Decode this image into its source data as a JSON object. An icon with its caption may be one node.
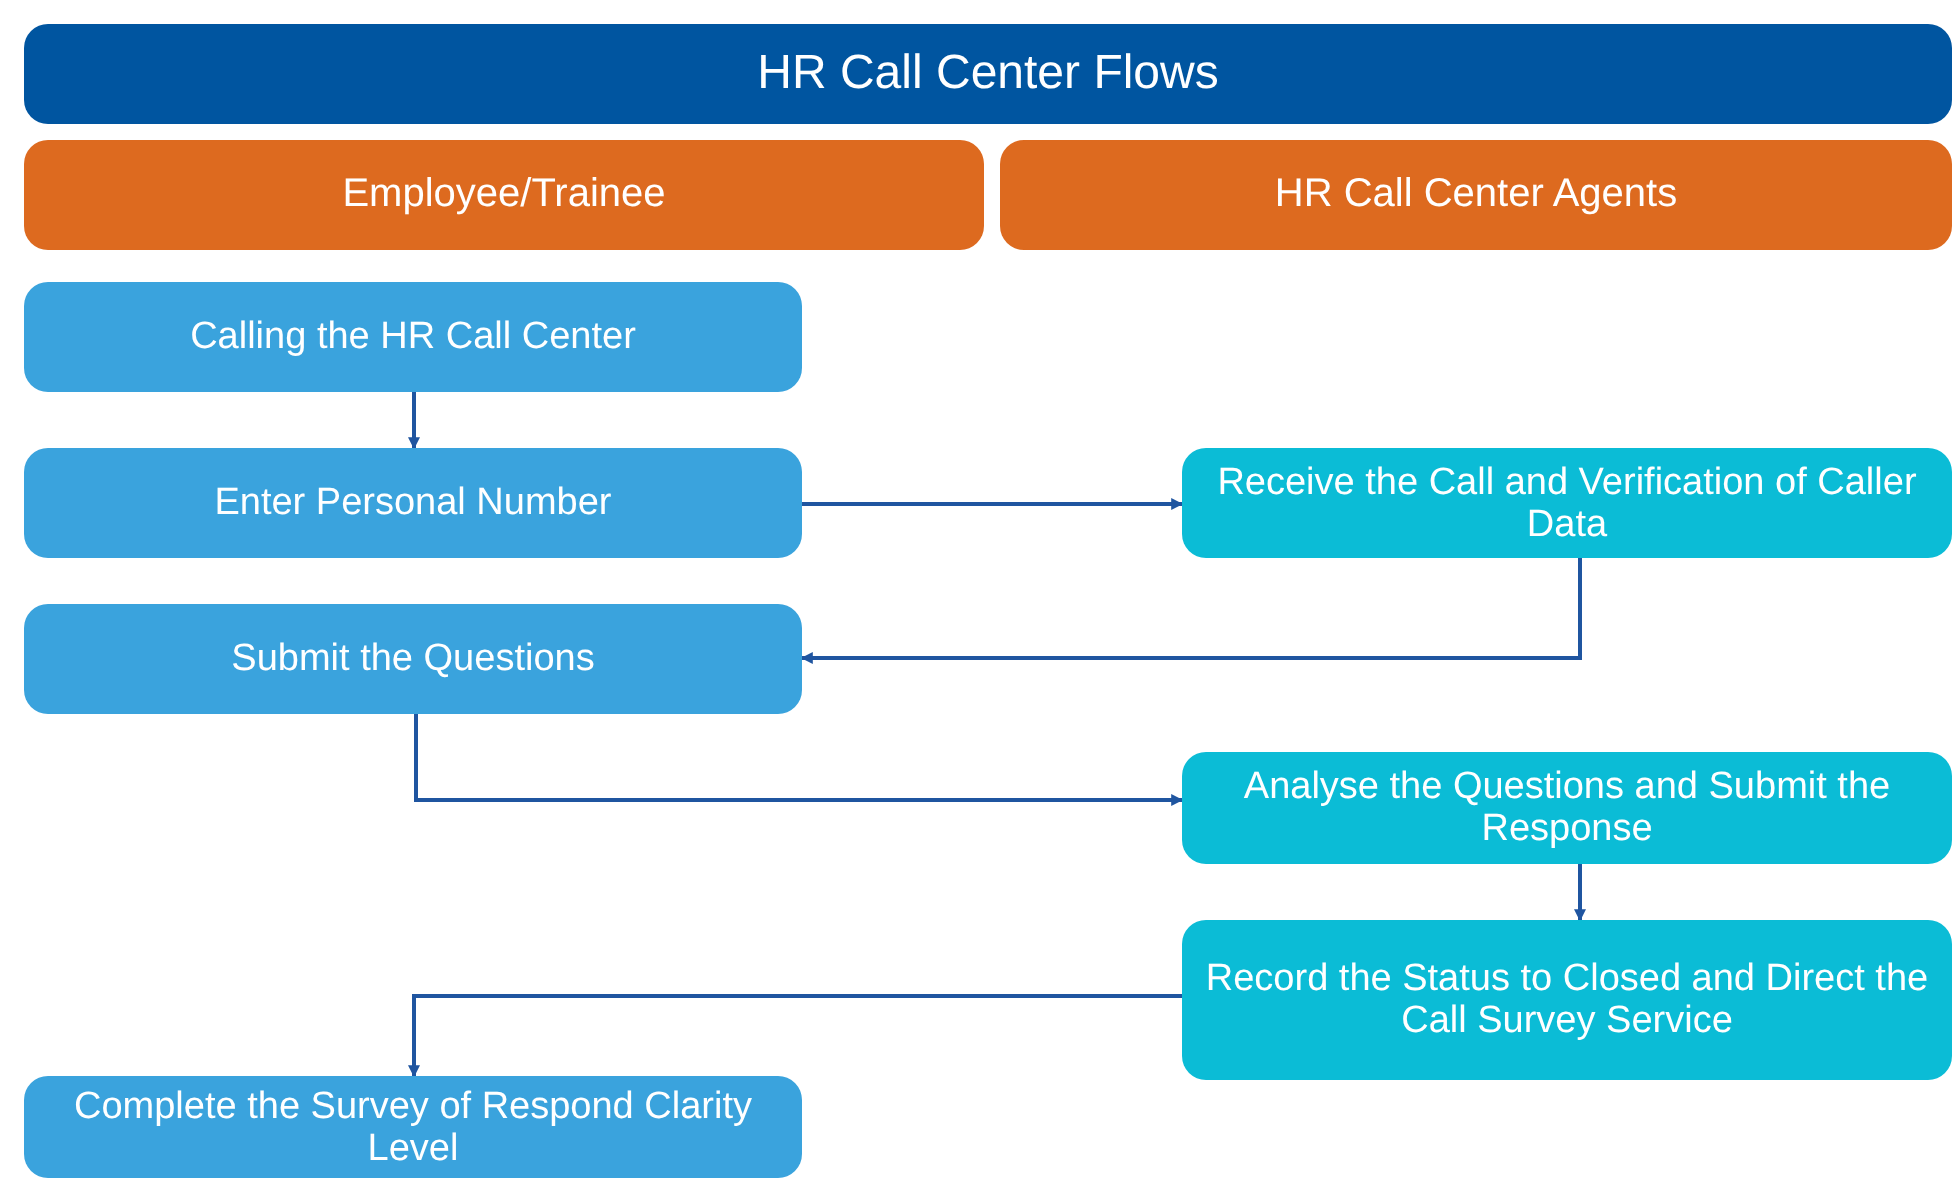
{
  "diagram": {
    "title": "HR Call Center Flows",
    "nodes": [
      {
        "text": [
          "Employee/Trainee"
        ]
      },
      {
        "text": [
          "HR Call Center Agents"
        ]
      },
      {
        "text": [
          "Calling the HR Call Center"
        ]
      },
      {
        "text": [
          "Enter Personal Number"
        ]
      },
      {
        "text": [
          "Receive the Call and Verification of Caller Data"
        ]
      },
      {
        "text": [
          "Submit the Questions"
        ]
      },
      {
        "text": [
          "Analyse the Questions and Submit the Response"
        ]
      },
      {
        "text": [
          "Record the Status to Closed and Direct the Call Survey Service"
        ]
      },
      {
        "text": [
          "Complete the Survey of Respond Clarity Level"
        ]
      }
    ],
    "edges": [
      {
        "from": 2,
        "to": 3,
        "arrow": "to"
      },
      {
        "from": 3,
        "to": 4,
        "arrow": "to"
      },
      {
        "from": 4,
        "to": 5,
        "arrow": "to"
      },
      {
        "from": 5,
        "to": 6,
        "arrow": "to"
      },
      {
        "from": 6,
        "to": 7,
        "arrow": "to"
      },
      {
        "from": 7,
        "to": 8,
        "arrow": "to"
      }
    ]
  }
}
